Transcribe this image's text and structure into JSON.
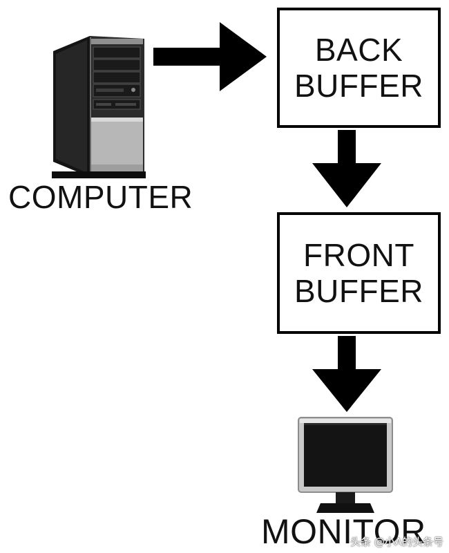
{
  "nodes": {
    "computer": {
      "label": "COMPUTER"
    },
    "back_buffer": {
      "line1": "BACK",
      "line2": "BUFFER"
    },
    "front_buffer": {
      "line1": "FRONT",
      "line2": "BUFFER"
    },
    "monitor": {
      "label": "MONITOR"
    }
  },
  "watermark": "头条 @小A的头条号",
  "icons": {
    "computer": "desktop-tower-icon",
    "monitor": "lcd-monitor-icon"
  },
  "colors": {
    "arrow": "#000000",
    "box_border": "#000000",
    "text": "#111111",
    "background": "#ffffff"
  }
}
